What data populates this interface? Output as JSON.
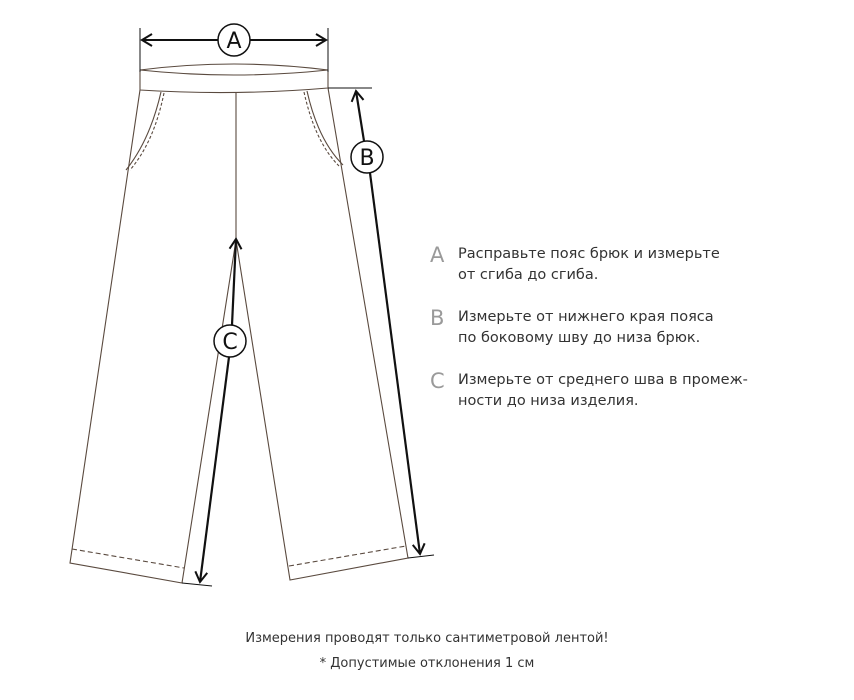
{
  "diagram": {
    "markers": [
      "A",
      "B",
      "C"
    ],
    "line_color": "#3a3a3a",
    "outline_color": "#5a4a3f"
  },
  "legend": [
    {
      "letter": "A",
      "text": "Расправьте пояс брюк и измерьте\nот сгиба до сгиба."
    },
    {
      "letter": "B",
      "text": "Измерьте от нижнего края пояса\nпо боковому шву до низа брюк."
    },
    {
      "letter": "C",
      "text": "Измерьте от среднего шва в промеж-\nности до низа изделия."
    }
  ],
  "notes": {
    "line1": "Измерения проводят только сантиметровой лентой!",
    "line2": "* Допустимые отклонения 1 см"
  }
}
